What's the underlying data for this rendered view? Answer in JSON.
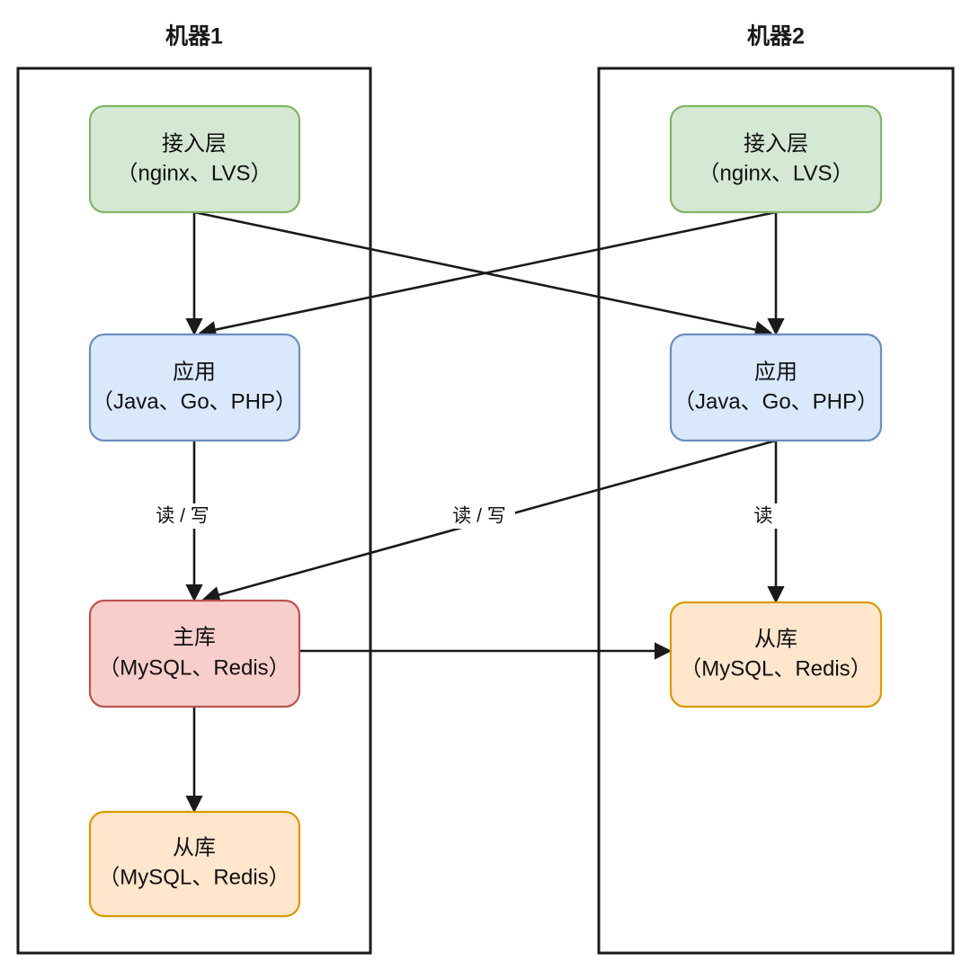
{
  "diagram": {
    "type": "architecture-deployment-diagram",
    "background_color": "#ffffff",
    "machines": [
      {
        "id": "machine1",
        "title": "机器1",
        "nodes": [
          {
            "id": "m1-access",
            "role": "access-layer",
            "line1": "接入层",
            "line2": "（nginx、LVS）",
            "fill": "#d5e8d4",
            "stroke": "#82b366"
          },
          {
            "id": "m1-app",
            "role": "application",
            "line1": "应用",
            "line2": "（Java、Go、PHP）",
            "fill": "#dae8fc",
            "stroke": "#6c8ebf"
          },
          {
            "id": "m1-master",
            "role": "master-database",
            "line1": "主库",
            "line2": "（MySQL、Redis）",
            "fill": "#f8cecc",
            "stroke": "#b85450"
          },
          {
            "id": "m1-slave",
            "role": "slave-database",
            "line1": "从库",
            "line2": "（MySQL、Redis）",
            "fill": "#ffe6cc",
            "stroke": "#d79b00"
          }
        ]
      },
      {
        "id": "machine2",
        "title": "机器2",
        "nodes": [
          {
            "id": "m2-access",
            "role": "access-layer",
            "line1": "接入层",
            "line2": "（nginx、LVS）",
            "fill": "#d5e8d4",
            "stroke": "#82b366"
          },
          {
            "id": "m2-app",
            "role": "application",
            "line1": "应用",
            "line2": "（Java、Go、PHP）",
            "fill": "#dae8fc",
            "stroke": "#6c8ebf"
          },
          {
            "id": "m2-slave",
            "role": "slave-database",
            "line1": "从库",
            "line2": "（MySQL、Redis）",
            "fill": "#ffe6cc",
            "stroke": "#d79b00"
          }
        ]
      }
    ],
    "edges": [
      {
        "id": "e1",
        "from": "m1-access",
        "to": "m1-app",
        "label": ""
      },
      {
        "id": "e2",
        "from": "m1-access",
        "to": "m2-app",
        "label": ""
      },
      {
        "id": "e3",
        "from": "m2-access",
        "to": "m2-app",
        "label": ""
      },
      {
        "id": "e4",
        "from": "m2-access",
        "to": "m1-app",
        "label": ""
      },
      {
        "id": "e5",
        "from": "m1-app",
        "to": "m1-master",
        "label": "读 / 写"
      },
      {
        "id": "e6",
        "from": "m2-app",
        "to": "m1-master",
        "label": "读 / 写"
      },
      {
        "id": "e7",
        "from": "m2-app",
        "to": "m2-slave",
        "label": "读"
      },
      {
        "id": "e8",
        "from": "m1-master",
        "to": "m1-slave",
        "label": ""
      },
      {
        "id": "e9",
        "from": "m1-master",
        "to": "m2-slave",
        "label": ""
      }
    ],
    "edge_labels": {
      "read_write_left": "读 / 写",
      "read_write_cross": "读 / 写",
      "read_right": "读"
    }
  }
}
